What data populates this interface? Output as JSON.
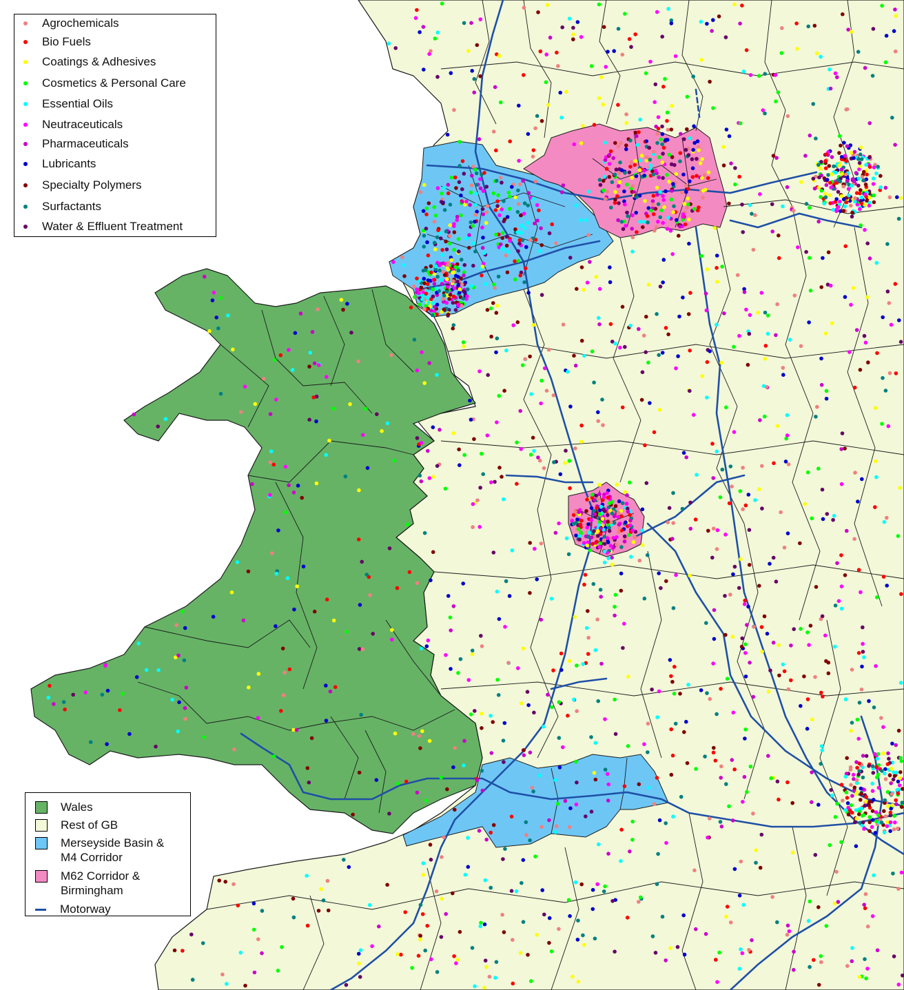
{
  "colors": {
    "sea": "#ffffff",
    "wales": "#66b366",
    "rest": "#f2f8d8",
    "cluster_blue": "#6ec6f5",
    "cluster_pink": "#f48ac2",
    "motorway": "#1f4fa6",
    "boundary": "#1a1a1a"
  },
  "point_legend": {
    "items": [
      {
        "label": "Agrochemicals",
        "color": "#f08080",
        "icon": "dot-icon"
      },
      {
        "label": "Bio Fuels",
        "color": "#ff0000",
        "icon": "dot-icon"
      },
      {
        "label": "Coatings & Adhesives",
        "color": "#ffff00",
        "icon": "dot-icon"
      },
      {
        "label": "Cosmetics & Personal Care",
        "color": "#00ff00",
        "icon": "dot-icon"
      },
      {
        "label": "Essential Oils",
        "color": "#00ffff",
        "icon": "dot-icon"
      },
      {
        "label": "Neutraceuticals",
        "color": "#ff00ff",
        "icon": "dot-icon"
      },
      {
        "label": "Pharmaceuticals",
        "color": "#cc00cc",
        "icon": "dot-icon"
      },
      {
        "label": "Lubricants",
        "color": "#0000cc",
        "icon": "dot-icon"
      },
      {
        "label": "Specialty Polymers",
        "color": "#800000",
        "icon": "dot-icon"
      },
      {
        "label": "Surfactants",
        "color": "#008080",
        "icon": "dot-icon"
      },
      {
        "label": "Water & Effluent Treatment",
        "color": "#660066",
        "icon": "dot-icon"
      }
    ]
  },
  "area_legend": {
    "items": [
      {
        "label": "Wales",
        "kind": "swatch",
        "color": "#66b366"
      },
      {
        "label": "Rest of GB",
        "kind": "swatch",
        "color": "#f2f8d8"
      },
      {
        "label": "Merseyside Basin &\nM4 Corridor",
        "kind": "swatch",
        "color": "#6ec6f5"
      },
      {
        "label": "M62 Corridor &\nBirmingham",
        "kind": "swatch",
        "color": "#f48ac2"
      },
      {
        "label": "Motorway",
        "kind": "line",
        "color": "#1f4fa6"
      }
    ]
  }
}
